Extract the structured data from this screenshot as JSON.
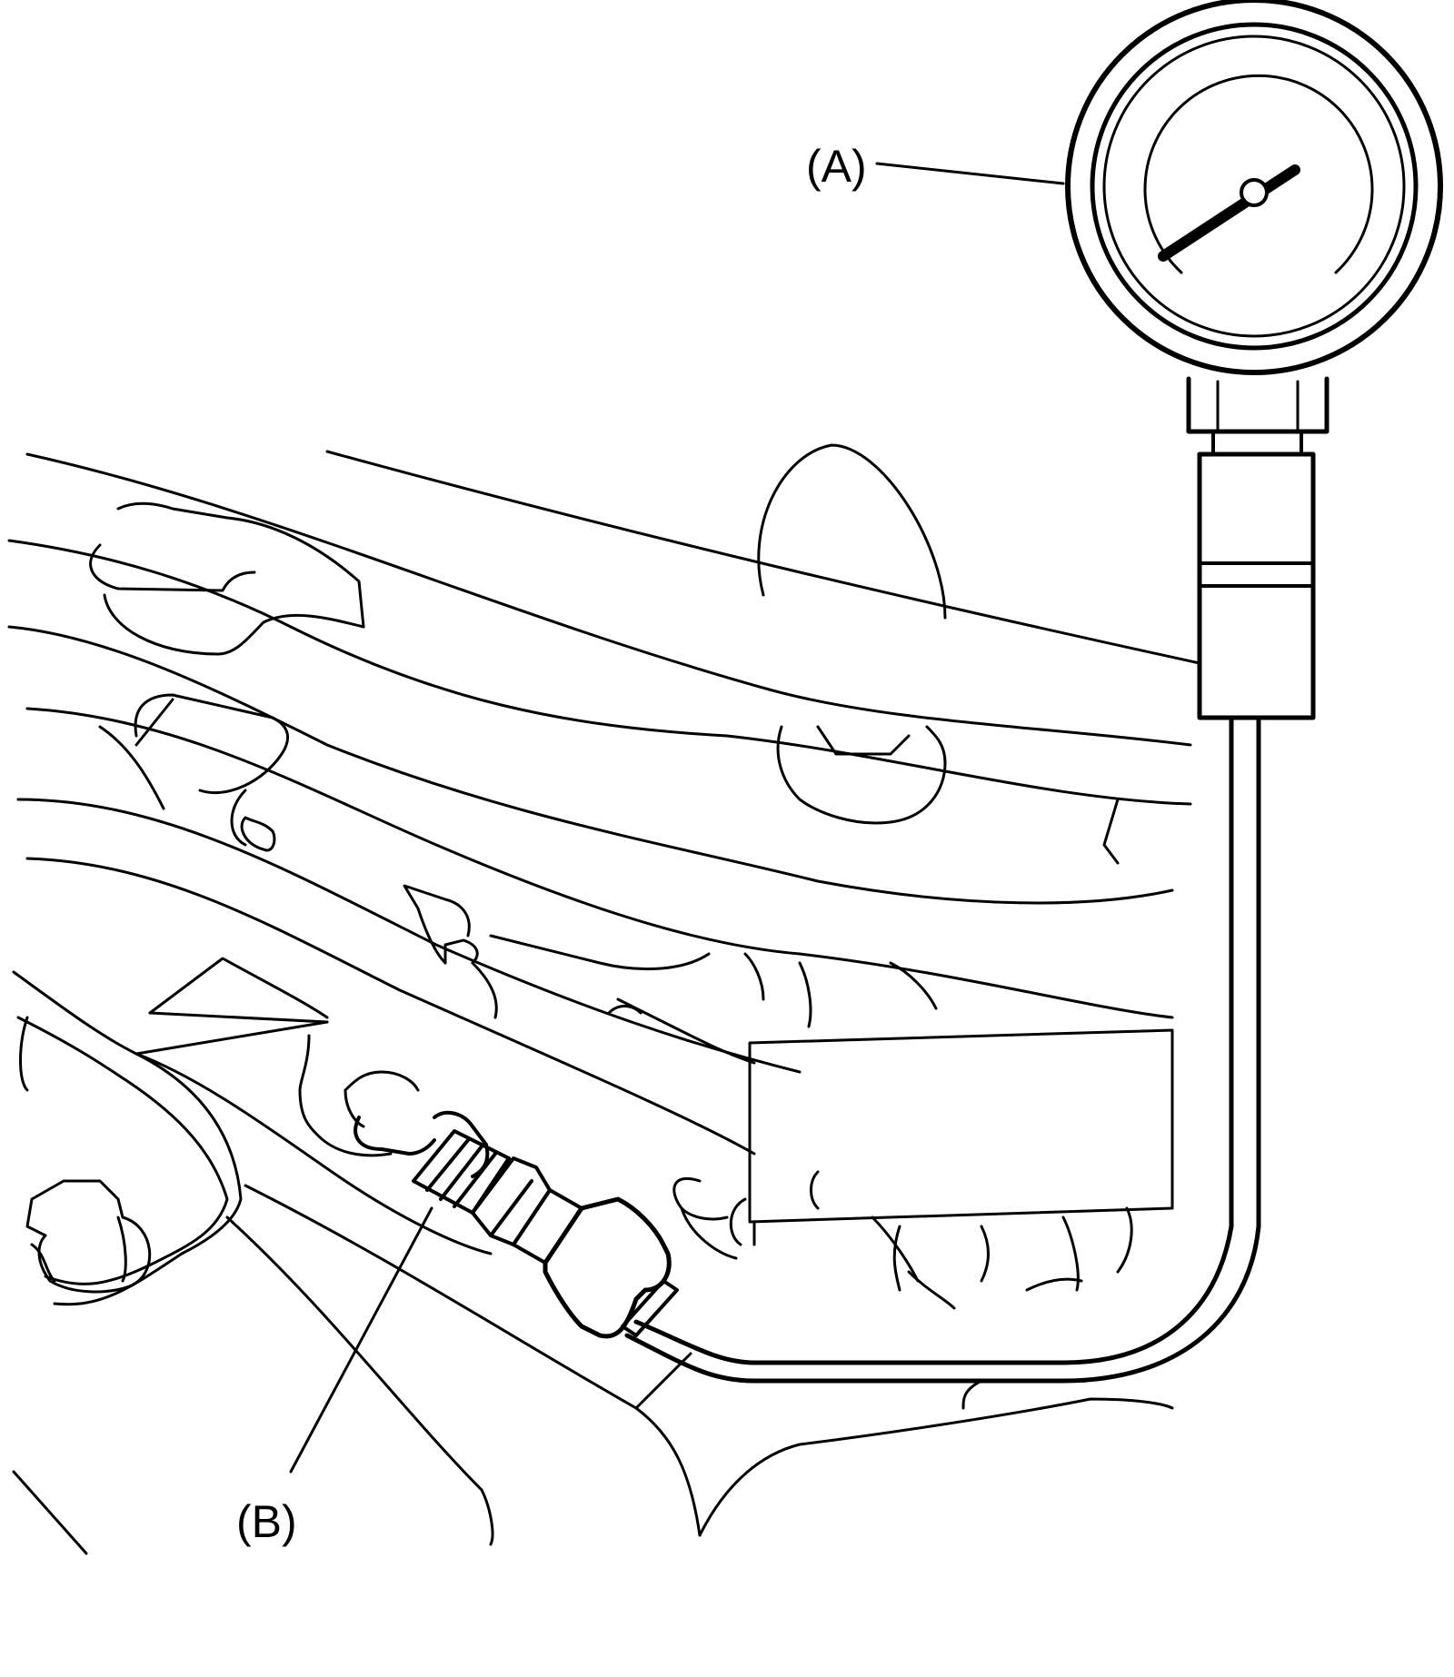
{
  "callouts": [
    {
      "id": "A",
      "label": "(A)"
    },
    {
      "id": "B",
      "label": "(B)"
    }
  ],
  "colors": {
    "line": "#000000",
    "background": "#ffffff"
  }
}
